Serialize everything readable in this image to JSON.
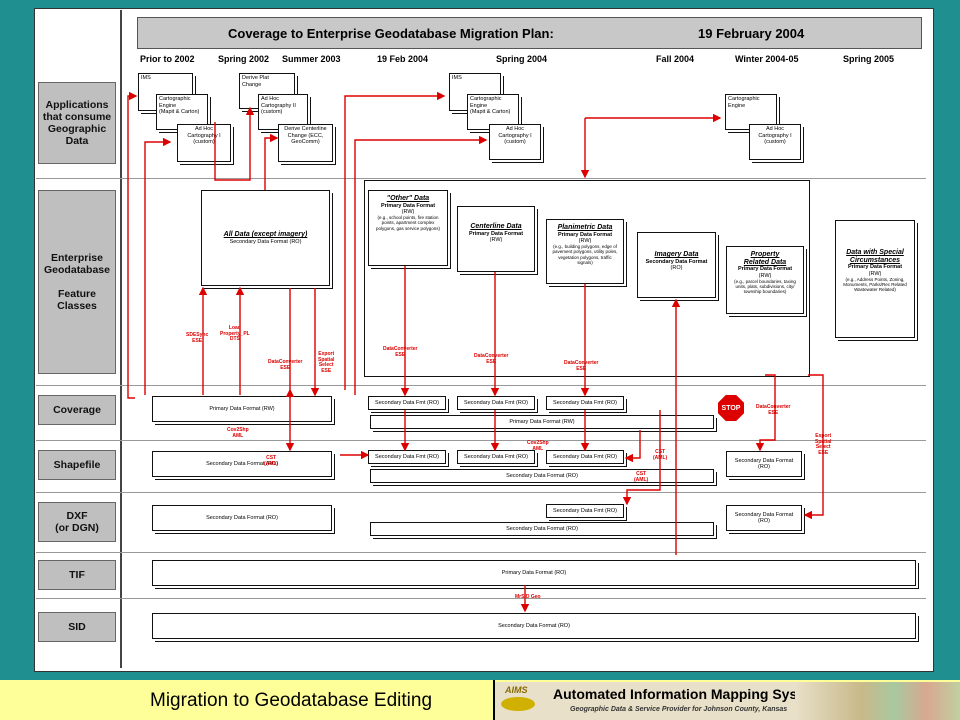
{
  "title": "Coverage to Enterprise Geodatabase Migration Plan:",
  "date": "19 February 2004",
  "timeline": [
    "Prior to 2002",
    "Spring 2002",
    "Summer 2003",
    "19 Feb 2004",
    "Spring 2004",
    "Fall 2004",
    "Winter 2004-05",
    "Spring 2005"
  ],
  "categories": {
    "apps": "Applications\nthat consume\nGeographic\nData",
    "egdb": "Enterprise\nGeodatabase\n\nFeature\nClasses",
    "coverage": "Coverage",
    "shapefile": "Shapefile",
    "dxf": "DXF\n(or DGN)",
    "tif": "TIF",
    "sid": "SID"
  },
  "apps": {
    "ims1": "IMS",
    "carto1": "Cartographic\nEngine\n(Mapit & Carton)",
    "adhoc1": "Ad Hoc\nCartography I\n(custom)",
    "derive_plat": "Derive Plat\nChange",
    "adhoc2": "Ad Hoc\nCartography II\n(custom)",
    "derive_cl": "Derive Centerline\nChange (ECC,\nGeoComm)",
    "ims2": "IMS",
    "carto2": "Cartographic\nEngine\n(Mapit & Carton)",
    "adhoc3": "Ad Hoc\nCartography I\n(custom)",
    "carto3": "Cartographic\nEngine",
    "adhoc4": "Ad Hoc\nCartography I\n(custom)"
  },
  "egdb": {
    "all_data_title": "All Data (except imagery)",
    "all_data_fmt": "Secondary Data Format (RO)",
    "other_title": "\"Other\" Data",
    "other_fmt": "Primary Data Format",
    "other_rw": "(RW)",
    "other_desc": "(e.g., school points, fire station\npoints, apartment complex\npolygons, gas service polygons)",
    "cl_title": "Centerline Data",
    "cl_fmt": "Primary Data Format",
    "cl_rw": "(RW)",
    "plan_title": "Planimetric Data",
    "plan_fmt": "Primary Data Format",
    "plan_rw": "(RW)",
    "plan_desc": "(e.g., building polygons, edge of\npavement polygons, utility poles,\nvegetation polygons, traffic\nsignals)",
    "img_title": "Imagery Data",
    "img_fmt": "Secondary Data Format",
    "img_ro": "(RO)",
    "prop_title": "Property\nRelated Data",
    "prop_fmt": "Primary Data Format",
    "prop_rw": "(RW)",
    "prop_desc": "(e.g., parcel boundaries, taxing\nunits, plats, subdivisions, city/\ntownship boundaries)",
    "spec_title": "Data with Special\nCircumstances",
    "spec_fmt": "Primary Data Format",
    "spec_rw": "(RW)",
    "spec_desc": "(e.g., Address Points, Zoning,\nMonuments, Parks/Rec Related\nWastewater Related)"
  },
  "formats": {
    "cov_primary_rw": "Primary Data Format (RW)",
    "cov_small_a": "Secondary Data Fmt (RO)",
    "cov_small_b": "Secondary Data Fmt (RO)",
    "cov_small_c": "Secondary Data Fmt (RO)",
    "cov_wide": "Primary Data Format (RW)",
    "shp_left": "Secondary Data Format (RO)",
    "shp_small_a": "Secondary Data Fmt (RO)",
    "shp_small_b": "Secondary Data Fmt (RO)",
    "shp_small_c": "Secondary Data Fmt (RO)",
    "shp_wide": "Secondary Data Format (RO)",
    "shp_right": "Secondary Data Format\n(RO)",
    "dxf_left": "Secondary Data Format (RO)",
    "dxf_small": "Secondary Data Fmt (RO)",
    "dxf_wide": "Secondary Data Format (RO)",
    "dxf_right": "Secondary Data Format\n(RO)",
    "tif": "Primary Data Format (RO)",
    "sid": "Secondary Data Format (RO)"
  },
  "labels": {
    "sdesync": "SDESync\nESE",
    "load_prop": "Load\nProperty_PL\nDTS",
    "dc1": "DataConverter\nESE",
    "export1": "Export\nSpatial\nSelect\nESE",
    "dc2": "DataConverter\nESE",
    "dc3": "DataConverter\nESE",
    "dc4": "DataConverter\nESE",
    "dc5": "DataConverter\nESE",
    "cov2shp1": "Cov2Shp\nAML",
    "cov2shp2": "Cov2Shp\nAML",
    "cst1": "CST\n(AML)",
    "cst2": "CST\n(AML)",
    "cst3": "CST\n(AML)",
    "export2": "Export\nSpatial\nSelect\nESE",
    "mrsid": "MrSID Geo",
    "stop": "STOP"
  },
  "footer": {
    "title": "Migration to Geodatabase Editing",
    "logo_title": "Automated Information Mapping System",
    "logo_sub": "Geographic Data & Service Provider for Johnson County, Kansas",
    "logo_abbr": "AIMS"
  },
  "colors": {
    "frame": "#1f8f8f",
    "footer": "#ffff99",
    "arrow": "#d00000",
    "category": "#bfbfbf"
  }
}
